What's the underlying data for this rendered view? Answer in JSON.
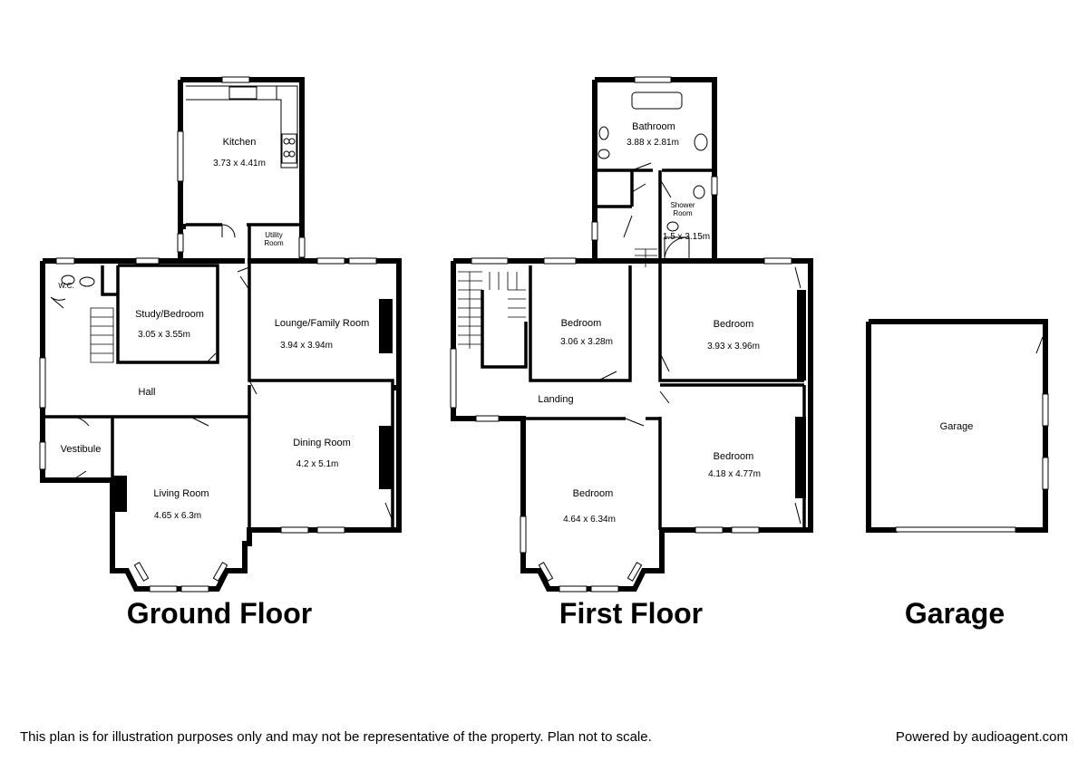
{
  "floors": {
    "ground": {
      "title": "Ground Floor",
      "rooms": {
        "kitchen": {
          "name": "Kitchen",
          "dims": "3.73 x 4.41m"
        },
        "utility": {
          "name_line1": "Utility",
          "name_line2": "Room"
        },
        "wc": {
          "name": "W.C."
        },
        "study": {
          "name": "Study/Bedroom",
          "dims": "3.05 x 3.55m"
        },
        "lounge": {
          "name": "Lounge/Family Room",
          "dims": "3.94 x 3.94m"
        },
        "hall": {
          "name": "Hall"
        },
        "vestibule": {
          "name": "Vestibule"
        },
        "dining": {
          "name": "Dining Room",
          "dims": "4.2 x 5.1m"
        },
        "living": {
          "name": "Living Room",
          "dims": "4.65 x 6.3m"
        }
      }
    },
    "first": {
      "title": "First Floor",
      "rooms": {
        "bathroom": {
          "name": "Bathroom",
          "dims": "3.88 x 2.81m"
        },
        "shower": {
          "name_line1": "Shower",
          "name_line2": "Room",
          "dims": "1.5 x 3.15m"
        },
        "bedroom_a": {
          "name": "Bedroom",
          "dims": "3.06 x 3.28m"
        },
        "bedroom_b": {
          "name": "Bedroom",
          "dims": "3.93 x 3.96m"
        },
        "landing": {
          "name": "Landing"
        },
        "bedroom_c": {
          "name": "Bedroom",
          "dims": "4.18 x 4.77m"
        },
        "bedroom_d": {
          "name": "Bedroom",
          "dims": "4.64 x 6.34m"
        }
      }
    },
    "garage": {
      "title": "Garage",
      "rooms": {
        "garage": {
          "name": "Garage"
        }
      }
    }
  },
  "footer": {
    "disclaimer": "This plan is for illustration purposes only and may not be representative of the property. Plan not to scale.",
    "powered_by": "Powered by audioagent.com"
  }
}
